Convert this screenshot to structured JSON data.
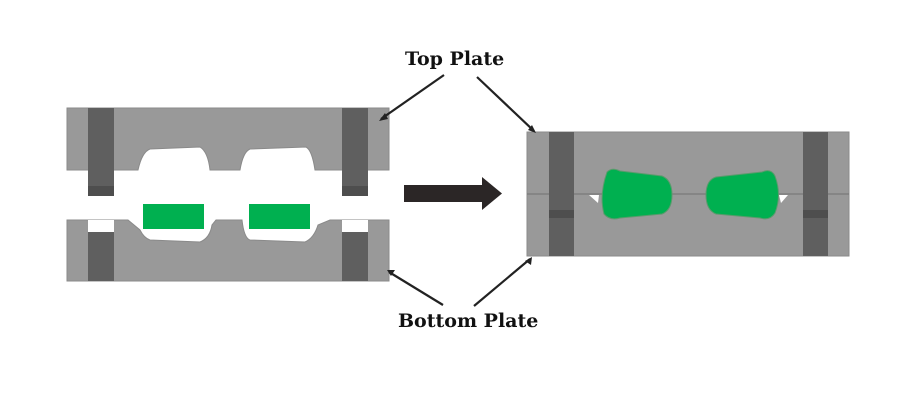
{
  "labels": {
    "top_plate": "Top Plate",
    "bottom_plate": "Bottom Plate"
  },
  "colors": {
    "plate": "#999999",
    "pillar": "#5f5f5f",
    "material": "#00b050",
    "arrow": "#2b2626",
    "outline": "#7a7a7a",
    "leader": "#222222"
  },
  "diagram": {
    "left_state": "Open mold with material preforms",
    "transition_arrow": "right-arrow",
    "right_state": "Closed mold with compressed material"
  }
}
